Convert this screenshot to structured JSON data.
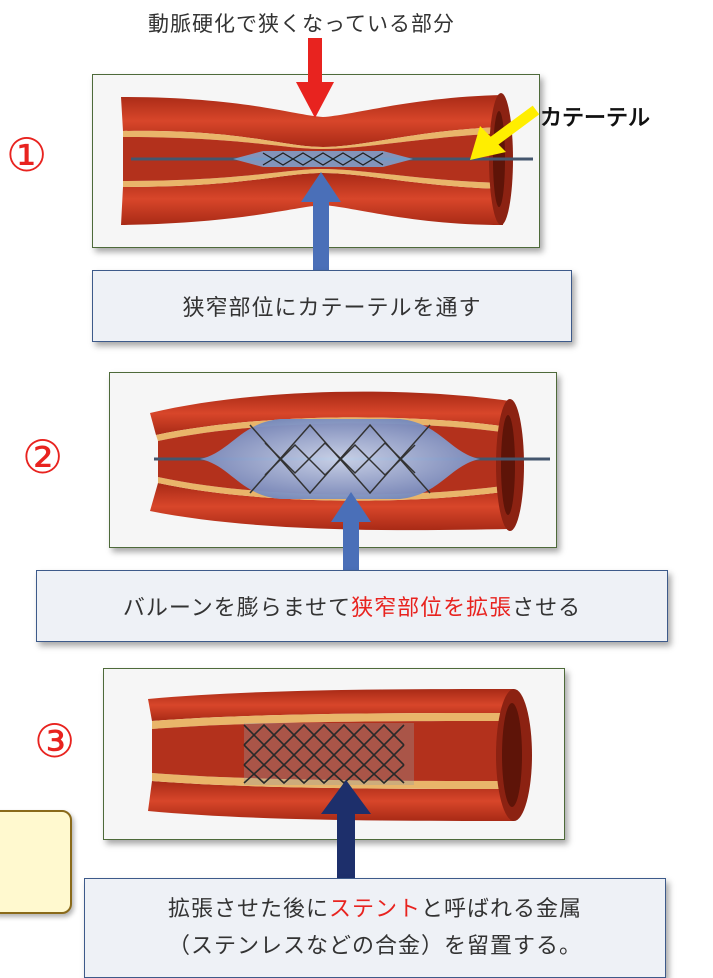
{
  "title": "動脈硬化で狭くなっている部分",
  "catheter_label": "カテーテル",
  "steps": [
    {
      "number": "①",
      "caption": "狭窄部位にカテーテルを通す"
    },
    {
      "number": "②",
      "caption_parts": [
        "バルーンを膨らませて",
        "狭窄部位を拡張",
        "させる"
      ]
    },
    {
      "number": "③",
      "caption_line1": [
        "拡張させた後に",
        "ステント",
        "と呼ばれる金属"
      ],
      "caption_line2": "（ステンレスなどの合金）を留置する。"
    }
  ],
  "colors": {
    "accent_red": "#e8231f",
    "accent_yellow": "#ffee00",
    "arrow_blue": "#4a6fb8",
    "arrow_navy": "#1d2f6b",
    "vessel": "#c8391f"
  }
}
